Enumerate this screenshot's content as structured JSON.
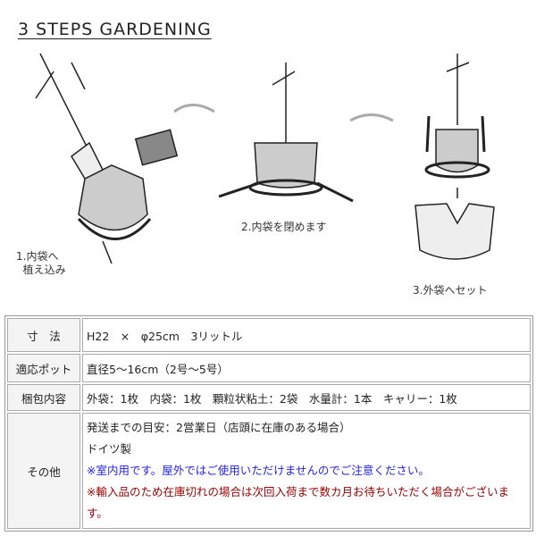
{
  "title": "3 STEPS GARDENING",
  "steps": [
    {
      "label_line1": "1.内袋へ",
      "label_line2": "植え込み"
    },
    {
      "label": "2.内袋を閉めます"
    },
    {
      "label": "3.外袋へセット"
    }
  ],
  "spec": [
    {
      "label": "寸　法",
      "value": "H22　×　φ25cm　3リットル"
    },
    {
      "label": "適応ポット",
      "value": "直径5～16cm（2号～5号）"
    },
    {
      "label": "梱包内容",
      "value": "外袋：1枚　内袋：1枚　顆粒状粘土：2袋　水量計：1本　キャリー：1枚"
    },
    {
      "label": "その他",
      "lines": [
        "発送までの目安：2営業日（店頭に在庫のある場合）",
        "ドイツ製",
        "※室内用です。屋外ではご使用いただけませんのでご注意ください。",
        "※輸入品のため在庫切れの場合は次回入荷まで数カ月お待ちいただく場合がございます。"
      ]
    }
  ],
  "colors": {
    "note_blue": "#2222ee",
    "note_red": "#990000"
  }
}
